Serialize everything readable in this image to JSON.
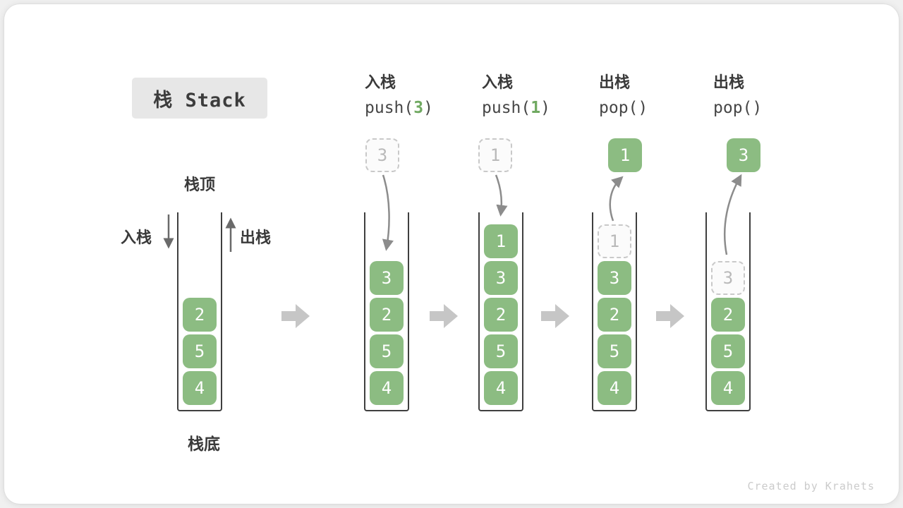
{
  "title": "栈 Stack",
  "watermark": "Created by Krahets",
  "annotations": {
    "stack_top": "栈顶",
    "stack_bottom": "栈底",
    "push": "入栈",
    "pop": "出栈"
  },
  "colors": {
    "element_green": "#8CBC82",
    "code_arg_green": "#70A961",
    "ghost_gray": "#C9C9C9",
    "curved_arrow_gray": "#8C8C8C",
    "block_arrow_gray": "#C6C6C6",
    "title_bg": "#E7E7E7"
  },
  "stages": [
    {
      "name": "initial",
      "elements": [
        "2",
        "5",
        "4"
      ]
    },
    {
      "name": "push-3",
      "label_zh": "入栈",
      "code": {
        "pre": "push(",
        "arg": "3",
        "post": ")"
      },
      "incoming": "3",
      "elements": [
        "3",
        "2",
        "5",
        "4"
      ]
    },
    {
      "name": "push-1",
      "label_zh": "入栈",
      "code": {
        "pre": "push(",
        "arg": "1",
        "post": ")"
      },
      "incoming": "1",
      "elements": [
        "1",
        "3",
        "2",
        "5",
        "4"
      ]
    },
    {
      "name": "pop-1",
      "label_zh": "出栈",
      "code": {
        "pre": "pop(",
        "arg": "",
        "post": ")"
      },
      "popped": "1",
      "ghost": "1",
      "elements": [
        "3",
        "2",
        "5",
        "4"
      ]
    },
    {
      "name": "pop-3",
      "label_zh": "出栈",
      "code": {
        "pre": "pop(",
        "arg": "",
        "post": ")"
      },
      "popped": "3",
      "ghost": "3",
      "elements": [
        "2",
        "5",
        "4"
      ]
    }
  ]
}
